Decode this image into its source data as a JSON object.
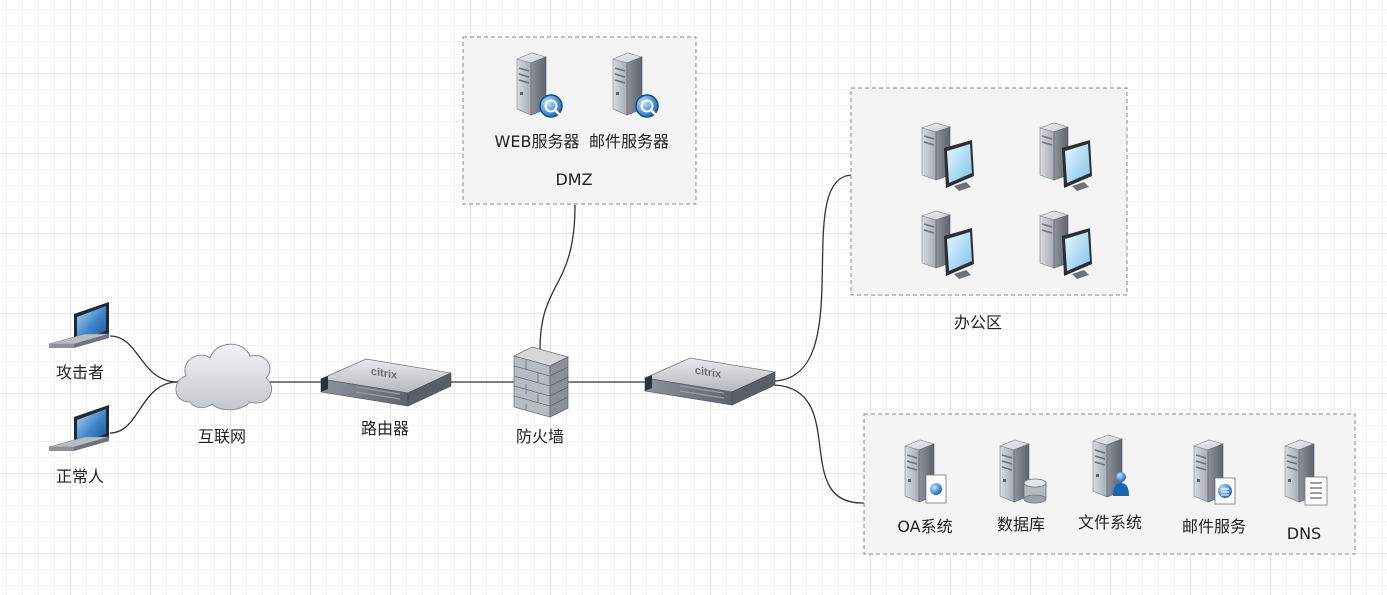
{
  "groups": {
    "dmz": "DMZ",
    "office": "办公区"
  },
  "labels": {
    "attacker": "攻击者",
    "normal_user": "正常人",
    "internet": "互联网",
    "router": "路由器",
    "firewall": "防火墙",
    "web_server": "WEB服务器",
    "mail_server": "邮件服务器",
    "oa": "OA系统",
    "database": "数据库",
    "file_system": "文件系统",
    "mail_service": "邮件服务",
    "dns": "DNS"
  },
  "device_brand": "citrix",
  "colors": {
    "line": "#333333",
    "group_border": "#888888",
    "group_fill": "#f4f4f4",
    "accent_blue": "#1f77c9"
  }
}
